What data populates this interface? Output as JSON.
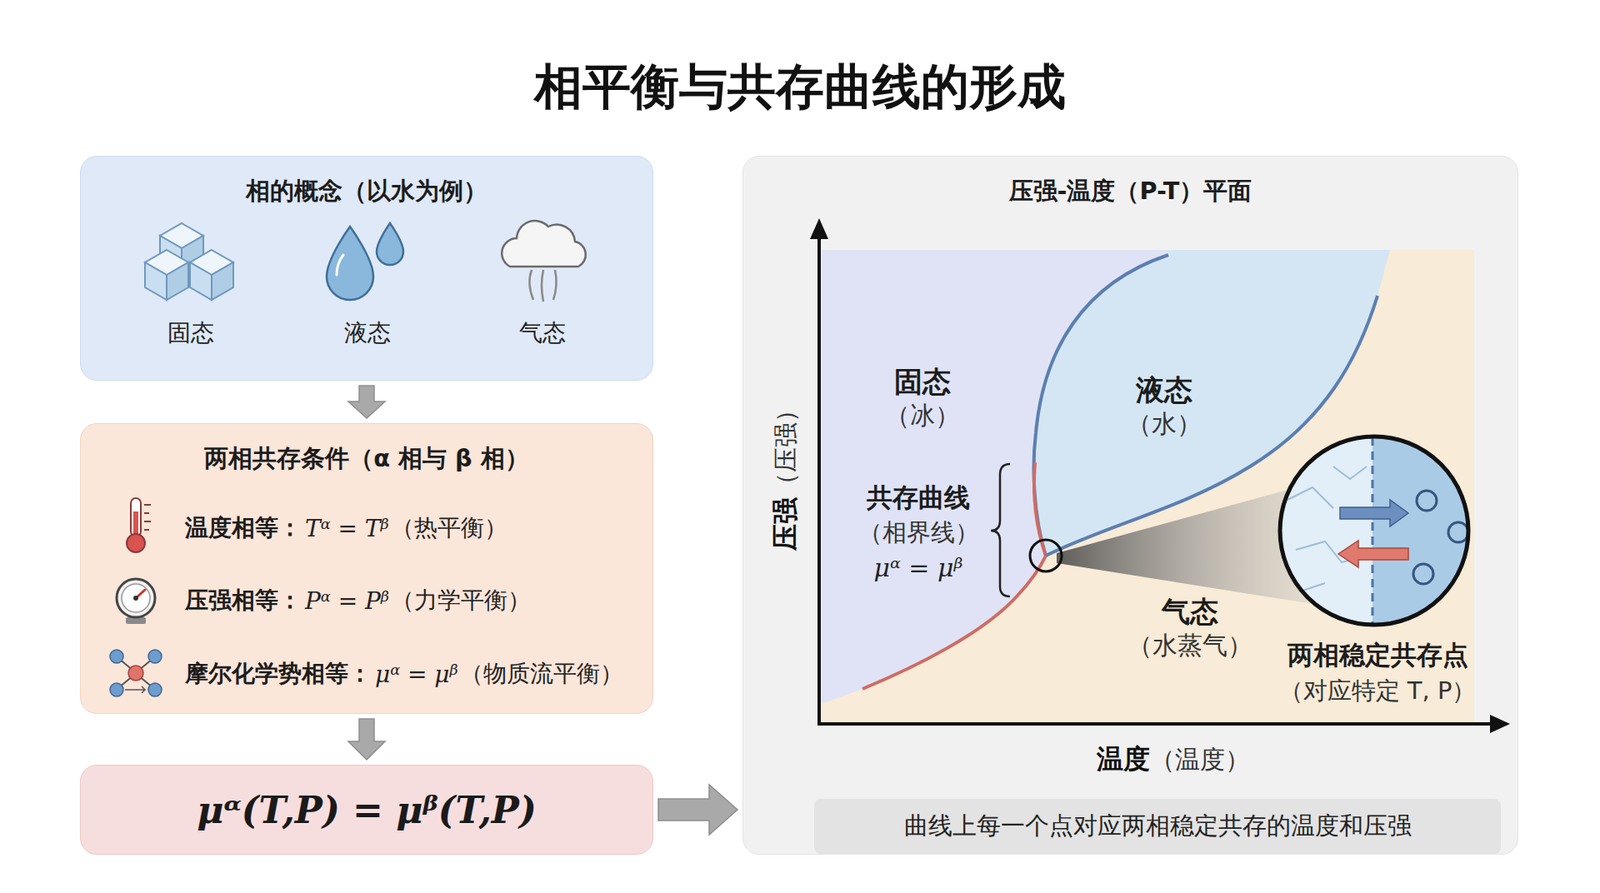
{
  "diagram": {
    "title": "相平衡与共存曲线的形成",
    "nodes": [
      {
        "text": [
          "相的概念（以水为例）"
        ]
      },
      {
        "text": [
          "两相共存条件（α 相与 β 相）",
          "温度相等：",
          "Tᵅ = Tᵝ",
          "（热平衡）",
          "压强相等：",
          "Pᵅ = Pᵝ",
          "（力学平衡）",
          "摩尔化学势相等：",
          "μᵅ = μᵝ",
          "（物质流平衡）"
        ]
      },
      {
        "text": [
          "μᵅ(T,P) = μᵝ(T,P)"
        ]
      },
      {
        "text": [
          "压强-温度（P-T）平面"
        ]
      },
      {
        "text": [
          "固态",
          "（冰）"
        ],
        "in": 3
      },
      {
        "text": [
          "液态",
          "（水）"
        ],
        "in": 3
      },
      {
        "text": [
          "气态",
          "（水蒸气）"
        ],
        "in": 3
      },
      {
        "text": [
          "曲线上每一个点对应两相稳定共存的温度和压强"
        ],
        "in": 3
      }
    ],
    "edges": [
      {
        "from": 0,
        "to": 1,
        "arrow": "to"
      },
      {
        "from": 1,
        "to": 2,
        "arrow": "to"
      },
      {
        "from": 2,
        "to": 3,
        "arrow": "to"
      }
    ],
    "labels": [
      "固态",
      "液态",
      "气态",
      "压强",
      "（压强）",
      "温度",
      "（温度）",
      "共存曲线",
      "（相界线）",
      "μᵅ = μᵝ",
      "两相稳定共存点",
      "（对应特定 T, P）"
    ]
  }
}
